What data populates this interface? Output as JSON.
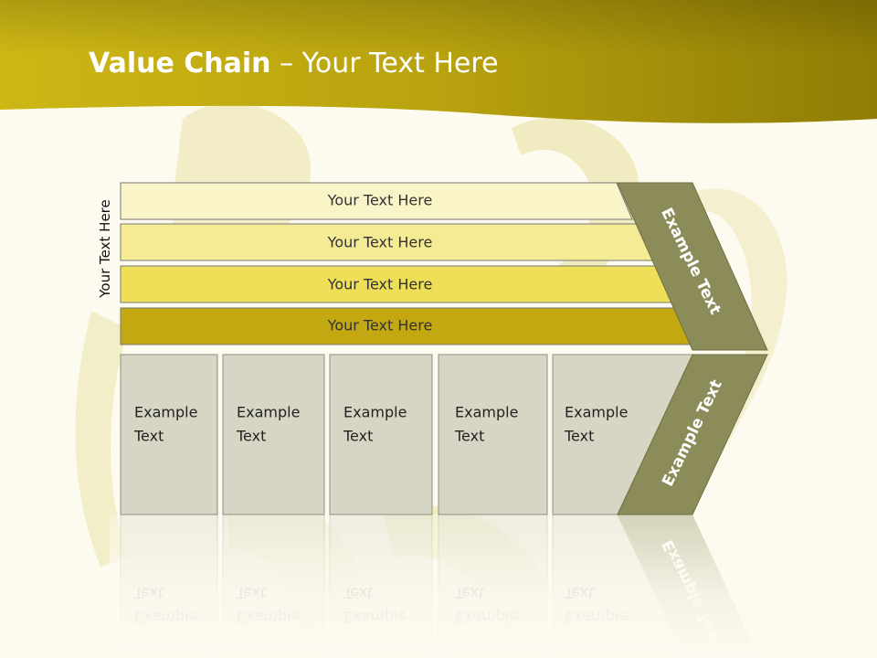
{
  "title": {
    "bold": "Value Chain",
    "rest": " – Your Text Here"
  },
  "side_label": "Your Text Here",
  "bands": [
    {
      "label": "Your Text Here",
      "color": "#faf5c8"
    },
    {
      "label": "Your Text Here",
      "color": "#f6eb95"
    },
    {
      "label": "Your Text Here",
      "color": "#efdf58"
    },
    {
      "label": "Your Text Here",
      "color": "#c3a812"
    }
  ],
  "columns": [
    {
      "line1": "Example",
      "line2": "Text"
    },
    {
      "line1": "Example",
      "line2": "Text"
    },
    {
      "line1": "Example",
      "line2": "Text"
    },
    {
      "line1": "Example",
      "line2": "Text"
    },
    {
      "line1": "Example",
      "line2": "Text"
    }
  ],
  "chevron": {
    "upper": "Example Text",
    "lower": "Example Text",
    "color": "#8c8c5a"
  },
  "colors": {
    "header": "#b9a40c",
    "column_fill": "#d7d6c4",
    "background": "#fdfbf0"
  }
}
